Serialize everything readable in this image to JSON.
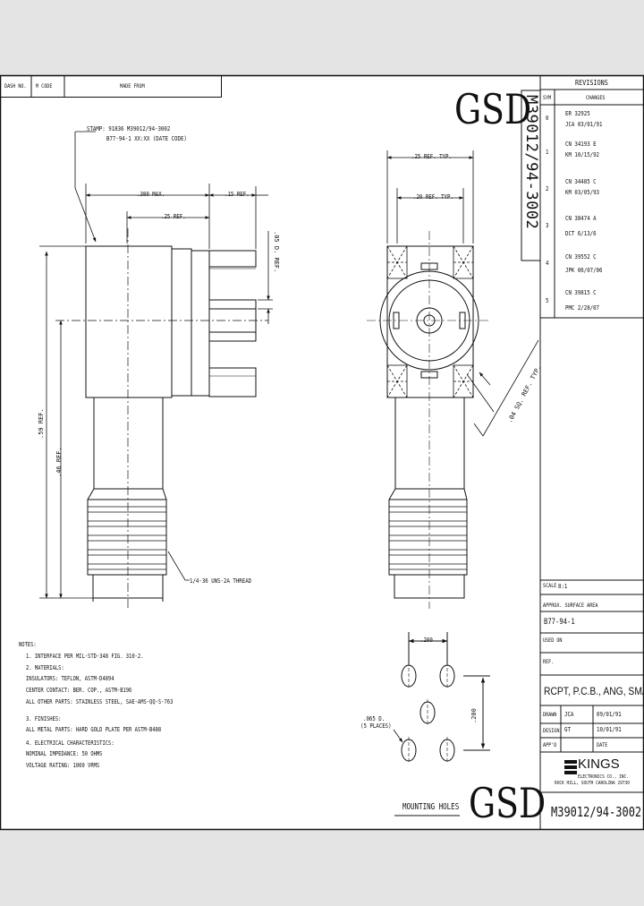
{
  "title_block": {
    "dash_no_label": "DASH NO.",
    "m_code_label": "M CODE",
    "made_from_label": "MADE FROM",
    "gsd_top": "GSD",
    "gsd_bottom": "GSD",
    "vertical_part_number": "M39012/94-3002",
    "revisions_title": "REVISIONS",
    "revisions_col_sym": "SYM",
    "revisions_col_changes": "CHANGES",
    "revisions": [
      {
        "sym": "0",
        "line1": "ER 32925",
        "line2": "JCA 03/01/91"
      },
      {
        "sym": "1",
        "line1": "CN 34193 E",
        "line2": "KM 10/15/92"
      },
      {
        "sym": "2",
        "line1": "CN 34485 C",
        "line2": "KM 03/05/93"
      },
      {
        "sym": "3",
        "line1": "CN 38474 A",
        "line2": "DCT 6/13/6"
      },
      {
        "sym": "4",
        "line1": "CN 39552 C",
        "line2": "JPK 06/07/06"
      },
      {
        "sym": "5",
        "line1": "CN 39815 C",
        "line2": "PMC 2/28/07"
      }
    ],
    "scale_label": "SCALE",
    "scale_value": "8:1",
    "approx_area_label": "APPROX. SURFACE AREA",
    "part_number": "B77-94-1",
    "used_on_label": "USED ON",
    "ref_label": "REF.",
    "description": "RCPT, P.C.B., ANG, SMA",
    "drawn_label": "DRAWN",
    "drawn_by": "JCA",
    "drawn_date": "09/01/91",
    "design_label": "DESIGN",
    "design_by": "GT",
    "design_date": "10/01/91",
    "appd_label": "APP'D",
    "date_label": "DATE",
    "company_name": "KINGS",
    "company_line1": "ELECTRONICS CO., INC.",
    "company_line2": "ROCK HILL, SOUTH CAROLINA 29730",
    "drawing_number": "M39012/94-3002",
    "mounting_holes_label": "MOUNTING HOLES"
  },
  "dimensions": {
    "stamp_line1": "STAMP: 91836 M39012/94-3002",
    "stamp_line2": "B77-94-1 XX:XX (DATE CODE)",
    "d_380_max": ".380 MAX.",
    "d_25_ref": ".25 REF.",
    "d_15_ref": ".15 REF.",
    "d_05_dia_ref": ".05 D. REF.",
    "d_59_ref": ".59 REF.",
    "d_46_ref": ".46 REF.",
    "thread": "1/4-36 UNS-2A THREAD",
    "d_25_ref_typ": ".25 REF. TYP.",
    "d_20_ref_typ": ".20 REF. TYP.",
    "d_04_sq_ref_typ": ".04 SQ. REF. TYP.",
    "hole_200_h": ".200",
    "hole_200_v": ".200",
    "hole_dia": ".065 D.",
    "hole_count": "(5 PLACES)"
  },
  "notes": {
    "heading": "NOTES:",
    "lines": [
      "1. INTERFACE PER MIL-STD-348 FIG. 310-2.",
      "2. MATERIALS:",
      "   INSULATORS: TEFLON, ASTM-D4894",
      "   CENTER CONTACT: BER. COP., ASTM-B196",
      "   ALL OTHER PARTS: STAINLESS STEEL, SAE-AMS-QQ-S-763",
      "3. FINISHES:",
      "   ALL METAL PARTS: HARD GOLD PLATE PER ASTM-B488",
      "4. ELECTRICAL CHARACTERISTICS:",
      "   NOMINAL IMPEDANCE: 50 OHMS",
      "   VOLTAGE RATING: 1000 VRMS"
    ]
  }
}
